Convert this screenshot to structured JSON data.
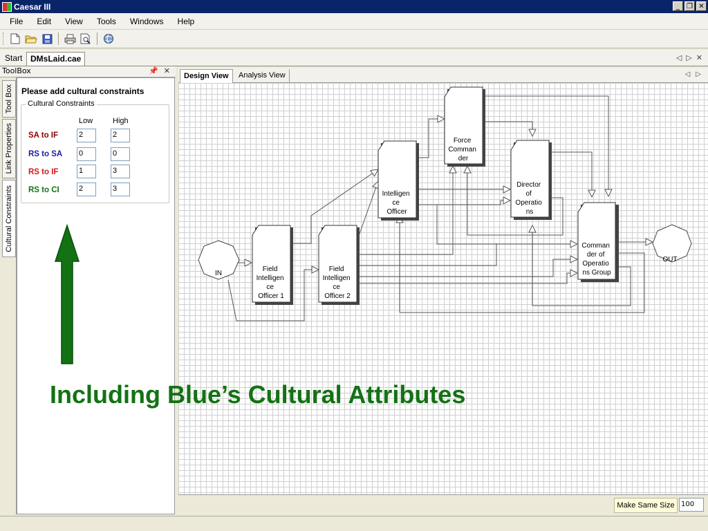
{
  "window": {
    "title": "Caesar III"
  },
  "menu": [
    "File",
    "Edit",
    "View",
    "Tools",
    "Windows",
    "Help"
  ],
  "toolbar_icons": [
    "new-document-icon",
    "open-folder-icon",
    "save-icon",
    "print-icon",
    "print-preview-icon",
    "globe-icon"
  ],
  "doc_tabs": {
    "start": "Start",
    "active": "DMsLaid.cae"
  },
  "toolbox": {
    "title": "ToolBox",
    "side_tabs": [
      "Tool Box",
      "Link Properties",
      "Cultural Constraints"
    ],
    "heading": "Please add cultural constraints",
    "group_title": "Cultural Constraints",
    "col_low": "Low",
    "col_high": "High",
    "rows": [
      {
        "label": "SA to IF",
        "color": "#8b0000",
        "low": "2",
        "high": "2"
      },
      {
        "label": "RS to SA",
        "color": "#1a1aa6",
        "low": "0",
        "high": "0"
      },
      {
        "label": "RS to IF",
        "color": "#d11a1a",
        "low": "1",
        "high": "3"
      },
      {
        "label": "RS to CI",
        "color": "#137213",
        "low": "2",
        "high": "3"
      }
    ]
  },
  "view_tabs": {
    "design": "Design View",
    "analysis": "Analysis View"
  },
  "diagram": {
    "nodes": {
      "in": "IN",
      "fio1": [
        "Field",
        "Intelligen",
        "ce",
        "Officer 1"
      ],
      "fio2": [
        "Field",
        "Intelligen",
        "ce",
        "Officer 2"
      ],
      "io": [
        "Intelligen",
        "ce",
        "Officer"
      ],
      "fc": [
        "Force",
        "Comman",
        "der"
      ],
      "doo": [
        "Director",
        "of",
        "Operatio",
        "ns"
      ],
      "cog": [
        "Comman",
        "der of",
        "Operatio",
        "ns Group"
      ],
      "out": "OUT"
    }
  },
  "status": {
    "make_same_size": "Make Same Size",
    "zoom": "100"
  },
  "overlay_caption": "Including Blue’s Cultural Attributes",
  "colors": {
    "caption": "#137213",
    "arrow": "#137213",
    "titlebar": "#0a246a"
  }
}
